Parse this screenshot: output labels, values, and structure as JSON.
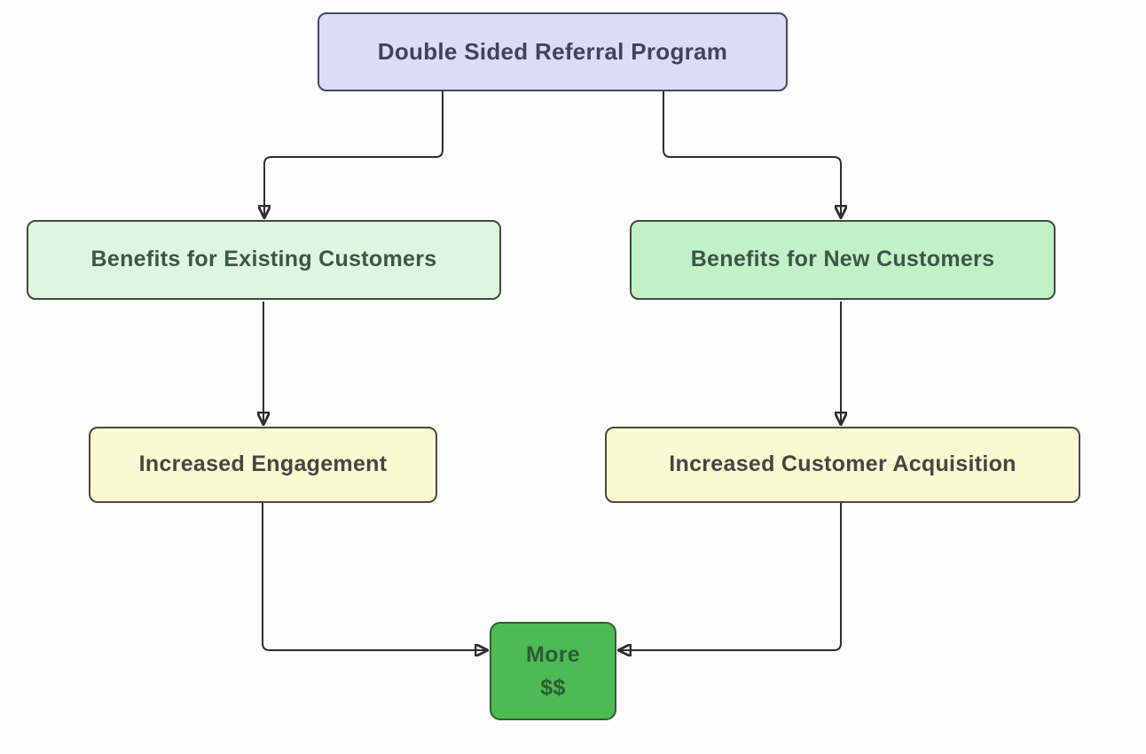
{
  "diagram": {
    "title": "Double Sided Referral Program flowchart",
    "background_color": "#fdfdfd",
    "edge_color": "#2e2e2e",
    "nodes": [
      {
        "id": "root",
        "label": "Double Sided Referral Program",
        "fill": "#dcdcf7",
        "border": "#474863",
        "text_color": "#40425e"
      },
      {
        "id": "existing",
        "label": "Benefits for Existing Customers",
        "fill": "#dff5e0",
        "border": "#3f4a41",
        "text_color": "#3a5746"
      },
      {
        "id": "new",
        "label": "Benefits for New Customers",
        "fill": "#c2f0c7",
        "border": "#3f4a41",
        "text_color": "#3a5746"
      },
      {
        "id": "engagement",
        "label": "Increased Engagement",
        "fill": "#f9f9d2",
        "border": "#4a4a40",
        "text_color": "#45473f"
      },
      {
        "id": "acquisition",
        "label": "Increased Customer Acquisition",
        "fill": "#f9f9d2",
        "border": "#4a4a40",
        "text_color": "#45473f"
      },
      {
        "id": "more",
        "label_lines": [
          "More",
          "$$"
        ],
        "fill": "#4cbb53",
        "border": "#315c37",
        "text_color": "#2f5a36"
      }
    ],
    "edges": [
      {
        "from": "Double Sided Referral Program",
        "to": "Benefits for Existing Customers"
      },
      {
        "from": "Double Sided Referral Program",
        "to": "Benefits for New Customers"
      },
      {
        "from": "Benefits for Existing Customers",
        "to": "Increased Engagement"
      },
      {
        "from": "Benefits for New Customers",
        "to": "Increased Customer Acquisition"
      },
      {
        "from": "Increased Engagement",
        "to": "More $$"
      },
      {
        "from": "Increased Customer Acquisition",
        "to": "More $$"
      }
    ]
  }
}
